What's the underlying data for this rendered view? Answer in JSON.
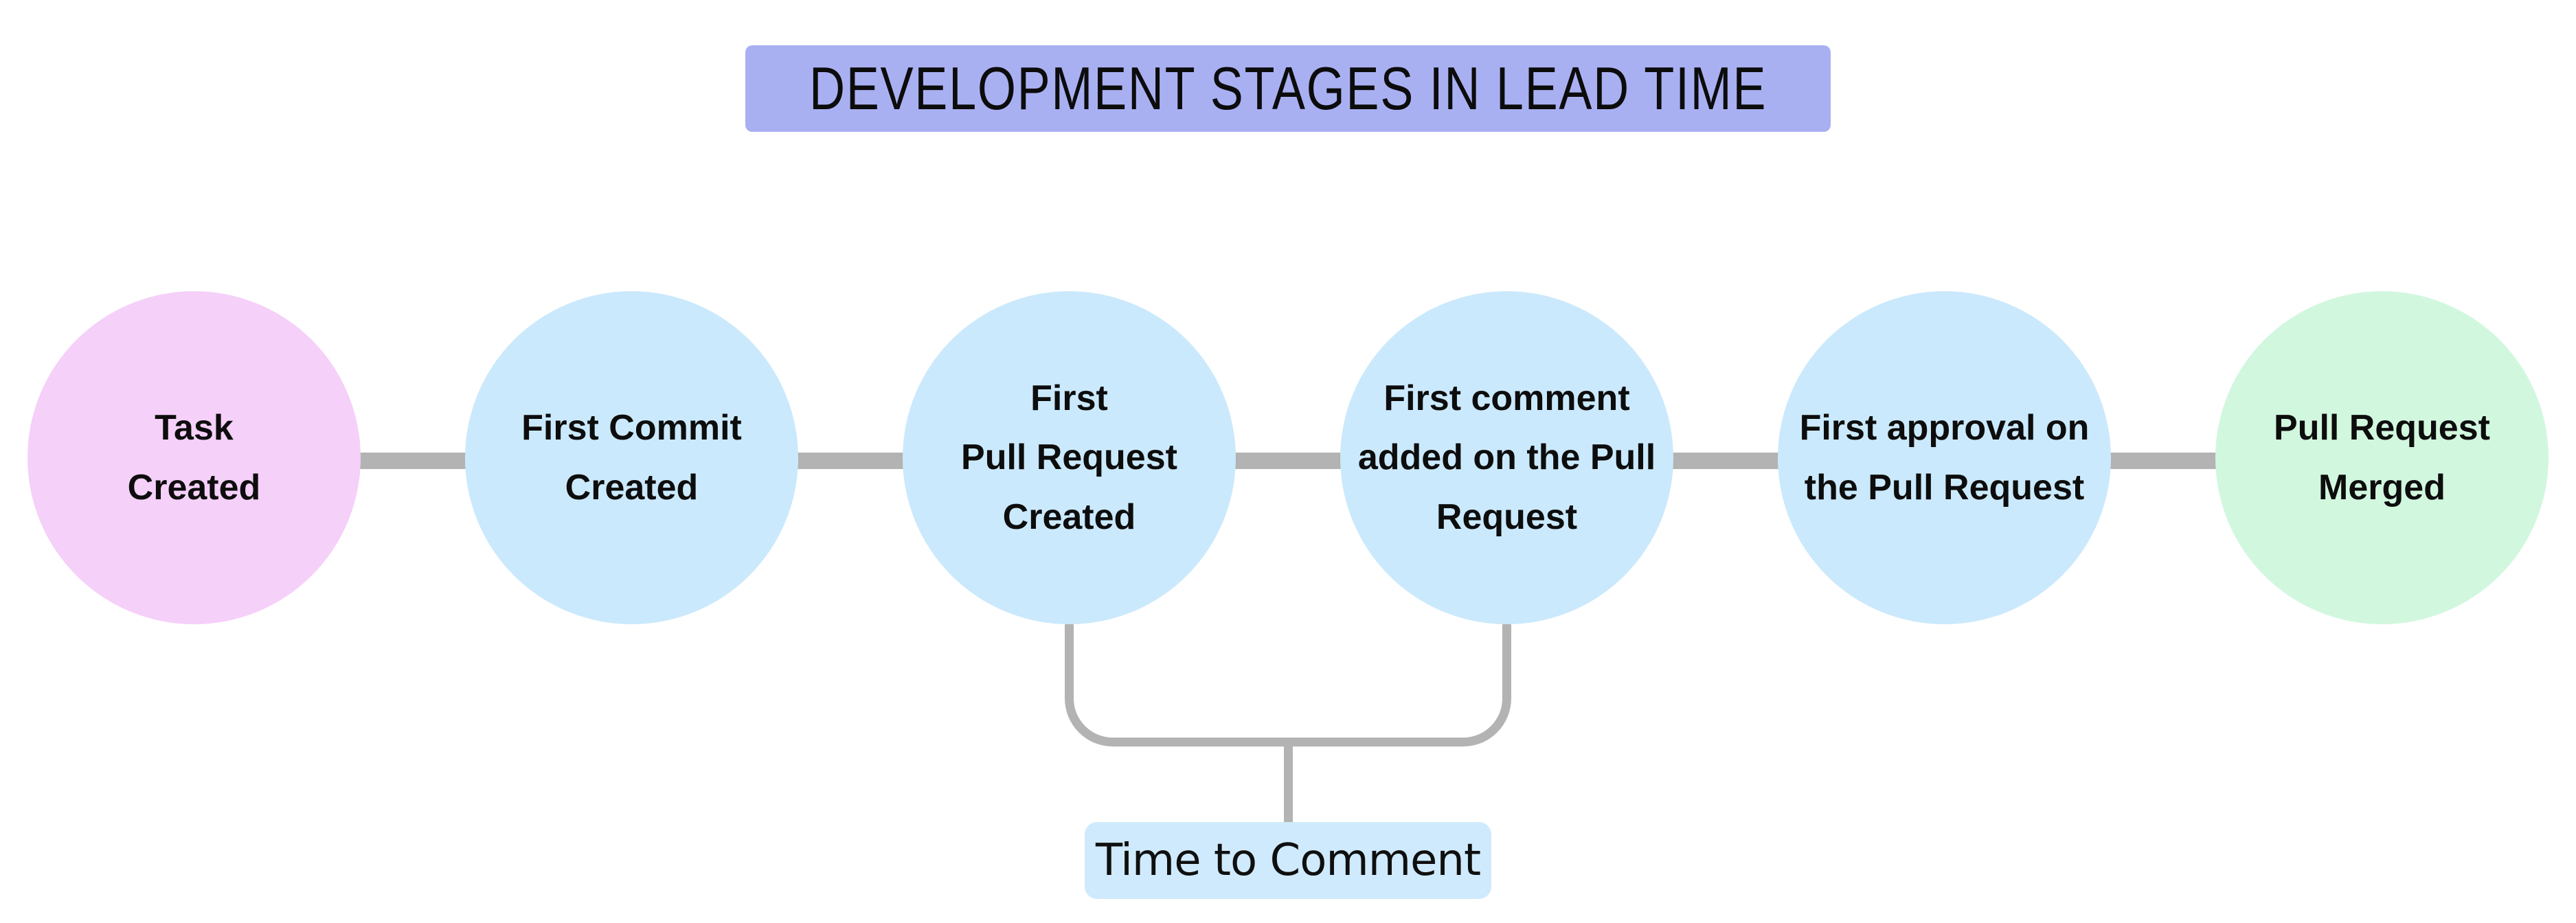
{
  "title": {
    "text": "DEVELOPMENT STAGES IN LEAD TIME",
    "bg": "#a9b0f2"
  },
  "stages": [
    {
      "label": "Task\nCreated",
      "color": "#f5d0f9",
      "role": "start"
    },
    {
      "label": "First Commit\nCreated",
      "color": "#cbe9fc",
      "role": "middle"
    },
    {
      "label": "First\nPull Request\nCreated",
      "color": "#cbe9fc",
      "role": "middle"
    },
    {
      "label": "First comment\nadded on the Pull\nRequest",
      "color": "#cbe9fc",
      "role": "middle"
    },
    {
      "label": "First approval on\nthe Pull Request",
      "color": "#cbe9fc",
      "role": "middle"
    },
    {
      "label": "Pull Request\nMerged",
      "color": "#d2f7df",
      "role": "end"
    }
  ],
  "annotation": {
    "label": "Time to Comment",
    "bg": "#cfeafc",
    "spans_from": "First\nPull Request\nCreated",
    "spans_to": "First comment\nadded on the Pull\nRequest"
  },
  "colors": {
    "connector": "#b3b3b3",
    "text": "#0d0d0d",
    "background": "#ffffff"
  }
}
